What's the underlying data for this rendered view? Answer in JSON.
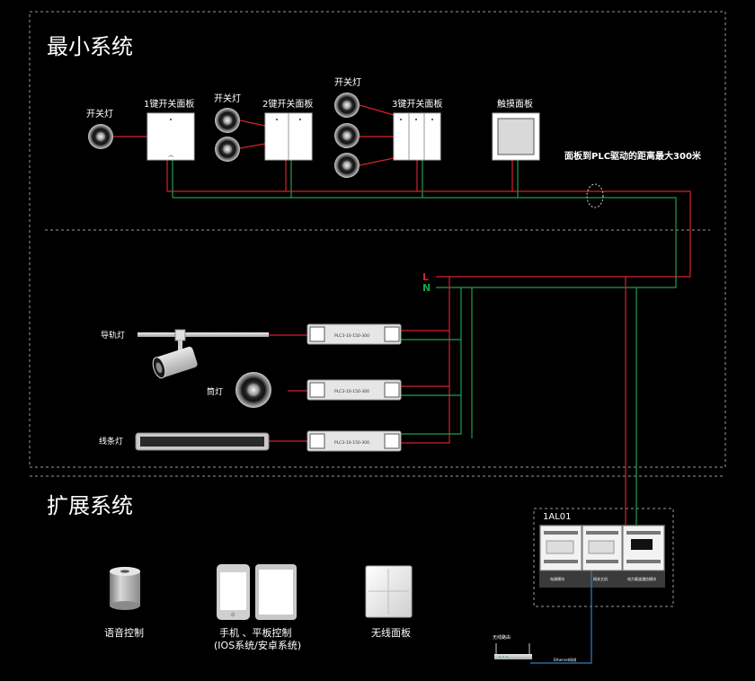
{
  "sections": {
    "minimal": {
      "title": "最小系统"
    },
    "extended": {
      "title": "扩展系统"
    }
  },
  "minimal_system": {
    "labels": {
      "switch_light": "开关灯",
      "panel_1key": "1键开关面板",
      "panel_2key": "2键开关面板",
      "panel_3key": "3键开关面板",
      "panel_touch": "触摸面板",
      "plc_distance_note": "面板到PLC驱动的距离最大300米"
    }
  },
  "wiring": {
    "line_L": "L",
    "line_N": "N",
    "colors": {
      "live": "#d8202a",
      "neutral": "#1aa14b"
    }
  },
  "fixtures": {
    "track_light": "导轨灯",
    "down_light": "筒灯",
    "strip_light": "线条灯",
    "driver_label": "PLC3-10-150-300"
  },
  "extended_system": {
    "module_box_title": "1AL01",
    "module_captions": [
      "电源模块",
      "网关主机",
      "电力载波通信模块"
    ],
    "router_label": "无线路由",
    "router_cable_label": "Ethernet网线",
    "devices": [
      {
        "label": "语音控制"
      },
      {
        "label": "手机 、平板控制",
        "sublabel": "(IOS系统/安卓系统)"
      },
      {
        "label": "无线面板"
      }
    ]
  }
}
